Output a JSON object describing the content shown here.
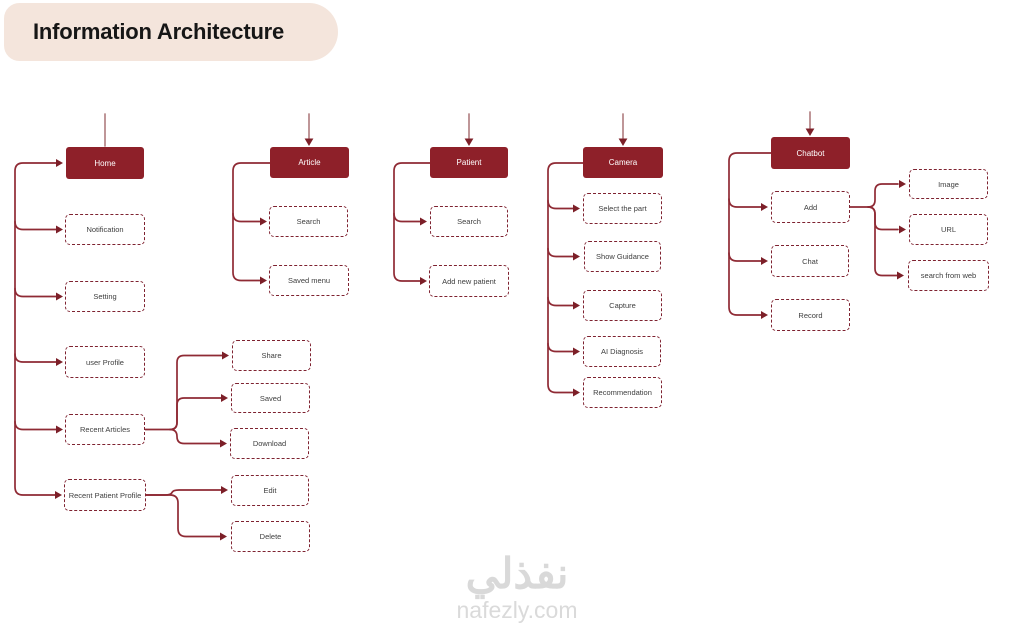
{
  "title": "Information Architecture",
  "watermark": {
    "logo_text": "نفذلي",
    "site_text": "nafezly.com"
  },
  "colors": {
    "node_fill": "#8e2029",
    "node_fill_text": "#ffffff",
    "dashed_border": "#7e2230",
    "dashed_text": "#3e3e3e",
    "connector": "#8f2a34",
    "arrowhead": "#7c1f28",
    "entry_line": "#b48486",
    "title_bg": "#f4e5dc",
    "title_text": "#161616",
    "watermark_gray": "#d9d9d9"
  },
  "nodes": {
    "home": {
      "label": "Home"
    },
    "notification": {
      "label": "Notification"
    },
    "setting": {
      "label": "Setting"
    },
    "user_profile": {
      "label": "user Profile"
    },
    "recent_articles": {
      "label": "Recent Articles"
    },
    "recent_patient_profile": {
      "label": "Recent Patient Profile"
    },
    "share": {
      "label": "Share"
    },
    "saved": {
      "label": "Saved"
    },
    "download": {
      "label": "Download"
    },
    "edit": {
      "label": "Edit"
    },
    "delete": {
      "label": "Delete"
    },
    "article": {
      "label": "Article"
    },
    "article_search": {
      "label": "Search"
    },
    "saved_menu": {
      "label": "Saved menu"
    },
    "patient": {
      "label": "Patient"
    },
    "patient_search": {
      "label": "Search"
    },
    "add_new_patient": {
      "label": "Add new patient"
    },
    "camera": {
      "label": "Camera"
    },
    "select_the_part": {
      "label": "Select the part"
    },
    "show_guidance": {
      "label": "Show Guidance"
    },
    "capture": {
      "label": "Capture"
    },
    "ai_diagnosis": {
      "label": "AI Diagnosis"
    },
    "recommendation": {
      "label": "Recommendation"
    },
    "chatbot": {
      "label": "Chatbot"
    },
    "add": {
      "label": "Add"
    },
    "chat": {
      "label": "Chat"
    },
    "record": {
      "label": "Record"
    },
    "image": {
      "label": "Image"
    },
    "url": {
      "label": "URL"
    },
    "search_from_web": {
      "label": "search from web"
    }
  },
  "hierarchy": [
    {
      "id": "home",
      "children": [
        {
          "id": "notification"
        },
        {
          "id": "setting"
        },
        {
          "id": "user_profile"
        },
        {
          "id": "recent_articles",
          "children": [
            {
              "id": "share"
            },
            {
              "id": "saved"
            },
            {
              "id": "download"
            }
          ]
        },
        {
          "id": "recent_patient_profile",
          "children": [
            {
              "id": "edit"
            },
            {
              "id": "delete"
            }
          ]
        }
      ]
    },
    {
      "id": "article",
      "children": [
        {
          "id": "article_search"
        },
        {
          "id": "saved_menu"
        }
      ]
    },
    {
      "id": "patient",
      "children": [
        {
          "id": "patient_search"
        },
        {
          "id": "add_new_patient"
        }
      ]
    },
    {
      "id": "camera",
      "children": [
        {
          "id": "select_the_part"
        },
        {
          "id": "show_guidance"
        },
        {
          "id": "capture"
        },
        {
          "id": "ai_diagnosis"
        },
        {
          "id": "recommendation"
        }
      ]
    },
    {
      "id": "chatbot",
      "children": [
        {
          "id": "add",
          "children": [
            {
              "id": "image"
            },
            {
              "id": "url"
            },
            {
              "id": "search_from_web"
            }
          ]
        },
        {
          "id": "chat"
        },
        {
          "id": "record"
        }
      ]
    }
  ]
}
